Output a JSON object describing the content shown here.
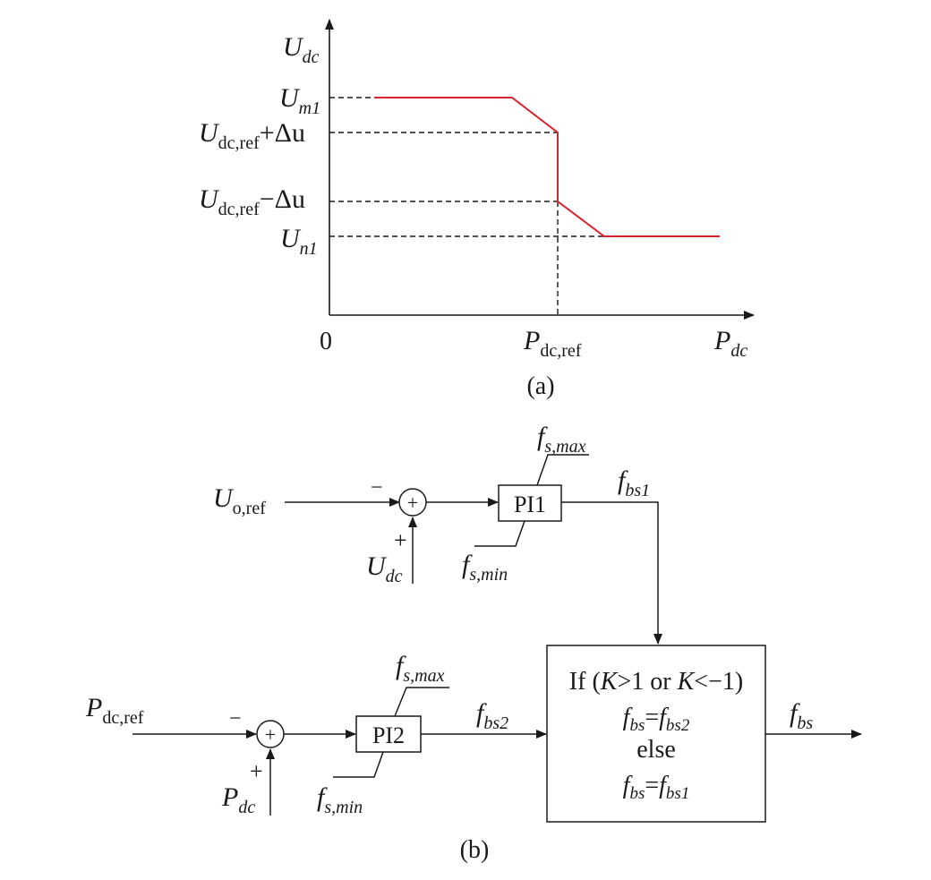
{
  "colors": {
    "line": "#1a1a1a",
    "droop_curve": "#d9232d",
    "background": "#ffffff"
  },
  "panel_a": {
    "caption": "(a)",
    "y_axis": {
      "symbol": "U",
      "sub": "dc"
    },
    "x_axis": {
      "symbol": "P",
      "sub": "dc"
    },
    "origin": "0",
    "y_levels": [
      {
        "symbol": "U",
        "sub": "m1",
        "suffix": ""
      },
      {
        "symbol": "U",
        "sub": "dc,ref",
        "suffix": "+Δu"
      },
      {
        "symbol": "U",
        "sub": "dc,ref",
        "suffix": "−Δu"
      },
      {
        "symbol": "U",
        "sub": "n1",
        "suffix": ""
      }
    ],
    "x_marker": {
      "symbol": "P",
      "sub": "dc,ref"
    }
  },
  "panel_b": {
    "caption": "(b)",
    "loop1": {
      "reference": {
        "symbol": "U",
        "sub": "o,ref"
      },
      "feedback": {
        "symbol": "U",
        "sub": "dc"
      },
      "minus_sign": "−",
      "plus_sign": "+",
      "sum_glyph": "+",
      "controller": "PI1",
      "upper_limit": {
        "symbol": "f",
        "sub": "s,max"
      },
      "lower_limit": {
        "symbol": "f",
        "sub": "s,min"
      },
      "output": {
        "symbol": "f",
        "sub": "bs1"
      }
    },
    "loop2": {
      "reference": {
        "symbol": "P",
        "sub": "dc,ref"
      },
      "feedback": {
        "symbol": "P",
        "sub": "dc"
      },
      "minus_sign": "−",
      "plus_sign": "+",
      "sum_glyph": "+",
      "controller": "PI2",
      "upper_limit": {
        "symbol": "f",
        "sub": "s,max"
      },
      "lower_limit": {
        "symbol": "f",
        "sub": "s,min"
      },
      "output": {
        "symbol": "f",
        "sub": "bs2"
      }
    },
    "selector": {
      "condition": {
        "prefix": "If (",
        "var1": "K",
        "mid": ">1 or ",
        "var2": "K",
        "suffix": "<−1)"
      },
      "then_expr": {
        "lhs": "f",
        "lhs_sub": "bs",
        "eq": "=",
        "rhs": "f",
        "rhs_sub": "bs2"
      },
      "else_word": "else",
      "else_expr": {
        "lhs": "f",
        "lhs_sub": "bs",
        "eq": "=",
        "rhs": "f",
        "rhs_sub": "bs1"
      }
    },
    "final_output": {
      "symbol": "f",
      "sub": "bs"
    }
  }
}
